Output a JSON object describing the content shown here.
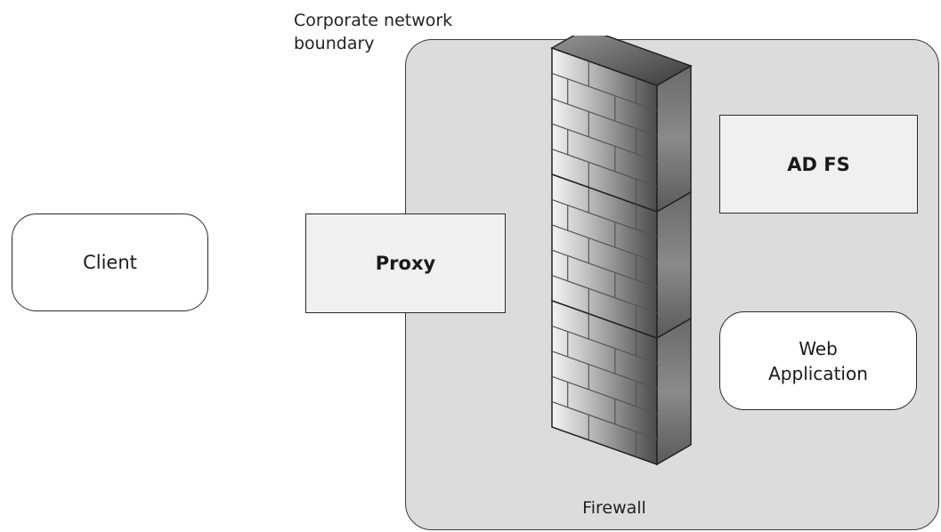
{
  "boundary": {
    "label_line1": "Corporate network",
    "label_line2": "boundary"
  },
  "nodes": {
    "client": "Client",
    "proxy": "Proxy",
    "adfs": "AD FS",
    "web_app_line1": "Web",
    "web_app_line2": "Application"
  },
  "firewall": {
    "label": "Firewall",
    "segments": 3
  },
  "colors": {
    "boundary_fill": "#dcdcdc",
    "box_fill": "#f0f0f0",
    "rounded_fill": "#ffffff",
    "stroke": "#2a2a2a"
  }
}
